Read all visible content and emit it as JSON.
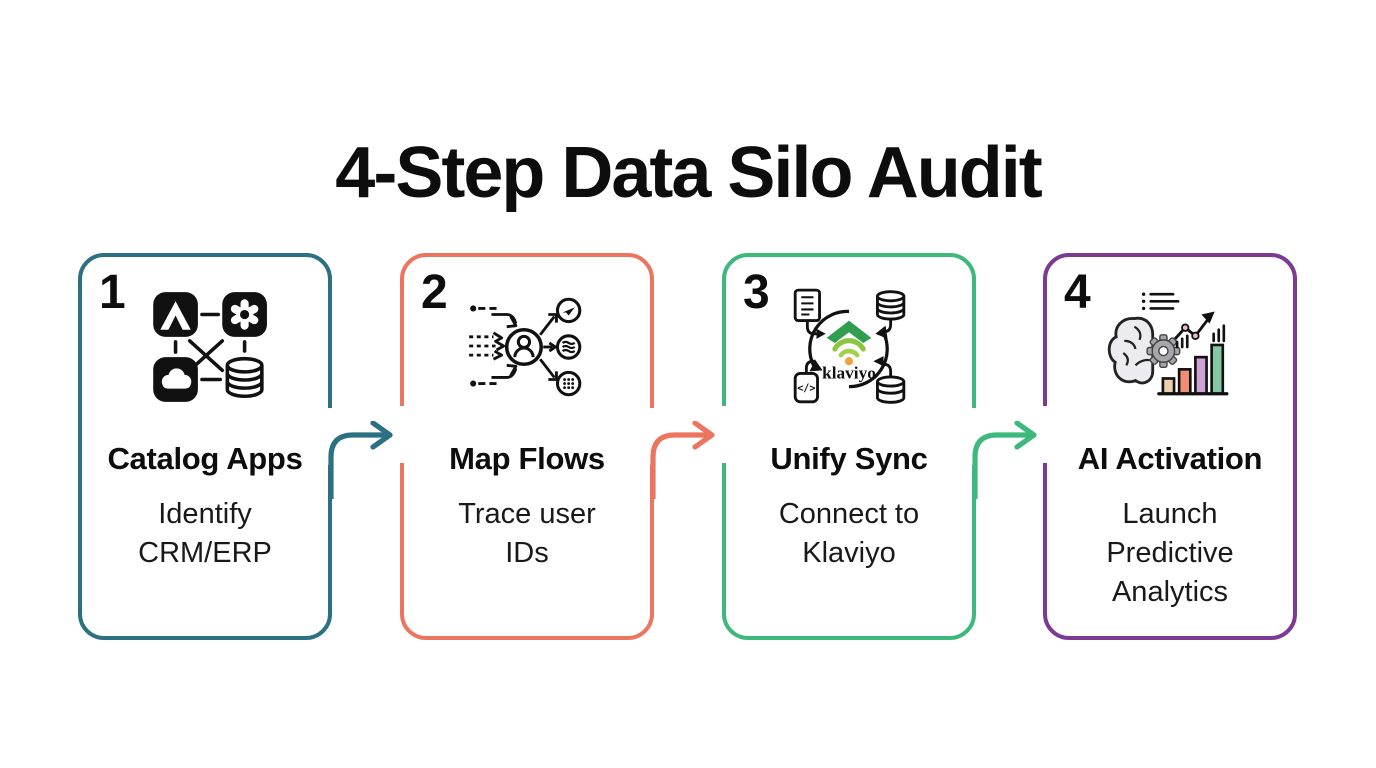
{
  "title": "4-Step Data Silo Audit",
  "steps": [
    {
      "number": "1",
      "title": "Catalog Apps",
      "subtitle": "Identify CRM/ERP",
      "accent": "#2b7183",
      "icon": "app-network-icon"
    },
    {
      "number": "2",
      "title": "Map Flows",
      "subtitle": "Trace user IDs",
      "accent": "#ec7560",
      "icon": "user-id-flow-icon"
    },
    {
      "number": "3",
      "title": "Unify Sync",
      "subtitle": "Connect to Klaviyo",
      "accent": "#3eb87b",
      "icon": "klaviyo-sync-icon",
      "icon_label": "klaviyo"
    },
    {
      "number": "4",
      "title": "AI Activation",
      "subtitle": "Launch Predictive Analytics",
      "accent": "#7d3a92",
      "icon": "ai-analytics-icon"
    }
  ],
  "arrows": [
    {
      "from": "1",
      "to": "2",
      "color": "#2b7183"
    },
    {
      "from": "2",
      "to": "3",
      "color": "#ec7560"
    },
    {
      "from": "3",
      "to": "4",
      "color": "#3eb87b"
    }
  ],
  "icon_colors": {
    "klaviyo_chevron": "#2f9e4e",
    "klaviyo_arc_outer": "#8cc63e",
    "klaviyo_arc_inner": "#a5cf4c",
    "klaviyo_dot": "#f2a33c",
    "brain_gray": "#ebebf0",
    "gear_gray": "#a6a6ab",
    "point_pink": "#f0b9c4",
    "bar_tan": "#ecd0ae",
    "bar_coral": "#f28e70",
    "bar_purple": "#cda3d6",
    "bar_green": "#85c9a4"
  }
}
